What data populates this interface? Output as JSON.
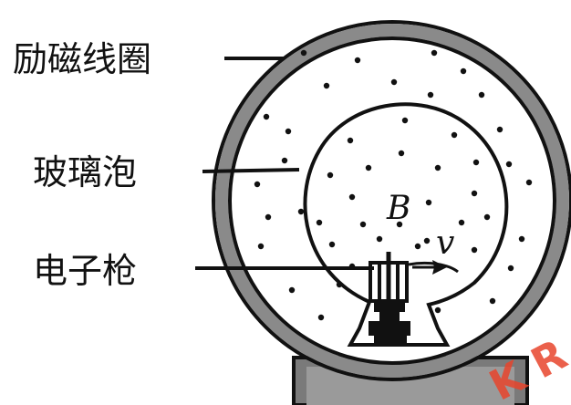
{
  "labels": {
    "coil": "励磁线圈",
    "bulb": "玻璃泡",
    "gun": "电子枪"
  },
  "symbols": {
    "field": "B",
    "velocity": "v"
  },
  "watermark": {
    "text": "K R",
    "color": "#e8452c"
  },
  "colors": {
    "ink": "#111111",
    "coil_band": "#8a8a8a",
    "base": "#7a7a7a"
  }
}
